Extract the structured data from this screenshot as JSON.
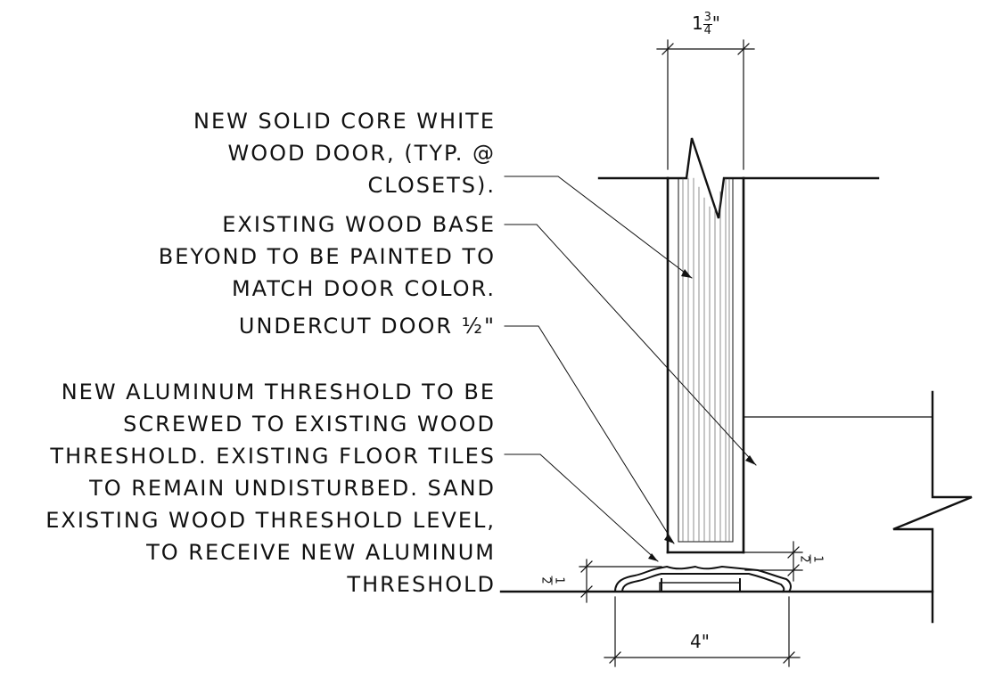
{
  "notes": {
    "door": "NEW SOLID CORE WHITE\nWOOD DOOR, (TYP. @\nCLOSETS).",
    "base": "EXISTING WOOD BASE\nBEYOND TO BE PAINTED TO\nMATCH DOOR COLOR.",
    "undercut": "UNDERCUT DOOR ½\"",
    "threshold": "NEW ALUMINUM THRESHOLD TO BE\nSCREWED TO EXISTING WOOD\nTHRESHOLD. EXISTING FLOOR TILES\nTO REMAIN UNDISTURBED. SAND\nEXISTING WOOD THRESHOLD LEVEL,\nTO RECEIVE NEW ALUMINUM\nTHRESHOLD"
  },
  "dimensions": {
    "door_thickness_whole": "1",
    "door_thickness_num": "3",
    "door_thickness_den": "4",
    "inch_mark": "\"",
    "gap_num": "1",
    "gap_den": "2",
    "threshold_height_num": "1",
    "threshold_height_den": "2",
    "threshold_width": "4\""
  }
}
